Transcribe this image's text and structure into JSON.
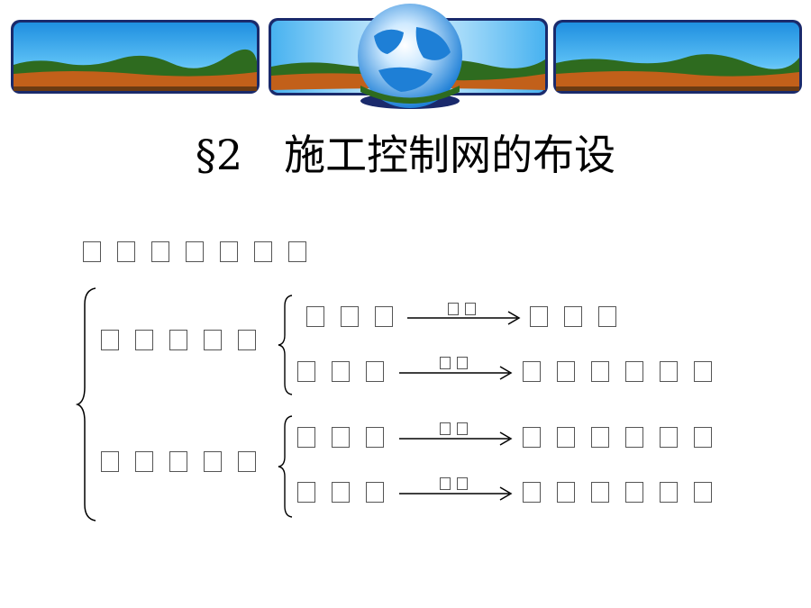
{
  "slide": {
    "title": "§2　施工控制网的布设"
  },
  "colors": {
    "sky_top": "#1f8fe0",
    "sky_bottom": "#bfe8ff",
    "land_green": "#2e6b1f",
    "land_orange": "#c2601a",
    "globe": "#1e7fd6",
    "frame_navy": "#1a2a6c"
  },
  "content": {
    "heading_glyph_count": 7,
    "groups": [
      {
        "label_glyph_count": 5,
        "rows": [
          {
            "left_glyph_count": 3,
            "arrow_label_glyph_count": 2,
            "right_glyph_count": 3
          },
          {
            "left_glyph_count": 3,
            "arrow_label_glyph_count": 2,
            "right_glyph_count": 6
          }
        ]
      },
      {
        "label_glyph_count": 5,
        "rows": [
          {
            "left_glyph_count": 3,
            "arrow_label_glyph_count": 2,
            "right_glyph_count": 6
          },
          {
            "left_glyph_count": 3,
            "arrow_label_glyph_count": 2,
            "right_glyph_count": 6
          }
        ]
      }
    ]
  }
}
